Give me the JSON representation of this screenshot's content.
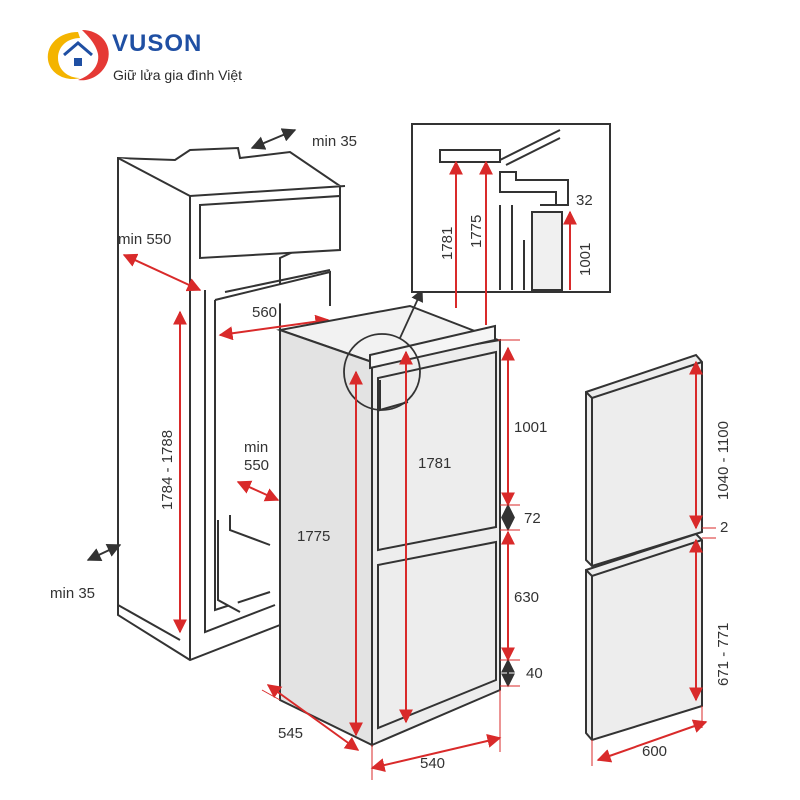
{
  "brand": {
    "name": "VUSON",
    "tagline": "Giữ lửa gia đình Việt"
  },
  "colors": {
    "line": "#333333",
    "dimension": "#d92a2a",
    "fridge_fill": "#ededed",
    "cabinet_fill": "#ffffff",
    "brand_blue": "#1f4fa3",
    "brand_red": "#e53935",
    "brand_yellow": "#f4b400"
  },
  "dimensions": {
    "top_gap": "min 35",
    "cabinet_depth": "min 550",
    "niche_width": "560",
    "niche_height": "1784 - 1788",
    "side_depth": "min\n550",
    "bottom_gap": "min 35",
    "appliance_height": "1775",
    "appliance_depth": "545",
    "appliance_width": "540",
    "door_top_height": "1001",
    "door_gap": "72",
    "door_bottom_height": "630",
    "plinth": "40",
    "inner_height": "1781",
    "detail_1781": "1781",
    "detail_1775": "1775",
    "detail_32": "32",
    "detail_1001": "1001",
    "panel_top_height": "1040 - 1100",
    "panel_gap": "2",
    "panel_bottom_height": "671 - 771",
    "panel_width": "600"
  }
}
